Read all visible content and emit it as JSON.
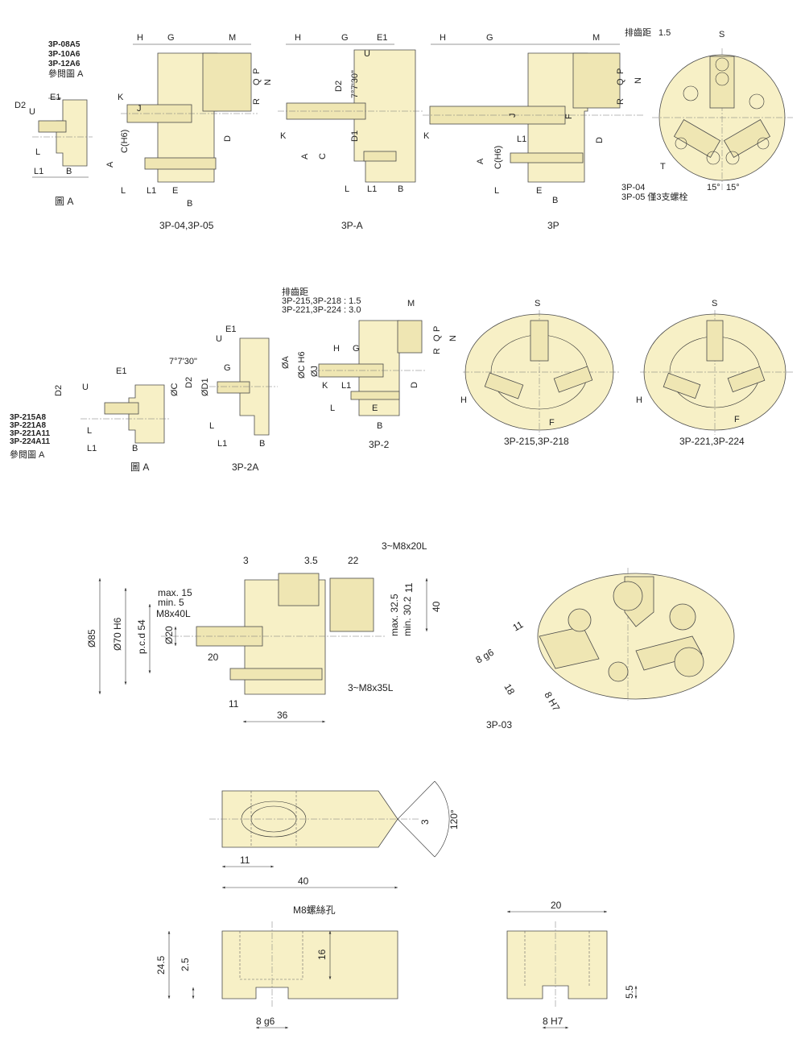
{
  "top": {
    "fig_a": {
      "models": [
        "3P-08A5",
        "3P-10A6",
        "3P-12A6"
      ],
      "ref": "參閱圖 A",
      "labels": [
        "D2",
        "E1",
        "U",
        "L",
        "L1",
        "B"
      ],
      "caption": "圖 A"
    },
    "fig_3p04": {
      "labels": [
        "H",
        "G",
        "M",
        "K",
        "J",
        "C(H6)",
        "A",
        "L",
        "L1",
        "E",
        "B",
        "D",
        "P",
        "Q",
        "N",
        "R"
      ],
      "caption": "3P-04,3P-05"
    },
    "fig_3pa": {
      "labels": [
        "H",
        "G",
        "E1",
        "U",
        "D2",
        "7°7'30\"",
        "K",
        "D1",
        "A",
        "C",
        "L",
        "L1",
        "B"
      ],
      "caption": "3P-A"
    },
    "fig_3p": {
      "labels": [
        "H",
        "G",
        "M",
        "排齒距",
        "1.5",
        "P",
        "Q",
        "N",
        "R",
        "J",
        "F",
        "K",
        "L1",
        "A",
        "C(H6)",
        "D",
        "L",
        "E",
        "B"
      ],
      "caption": "3P"
    },
    "front_3p": {
      "labels": [
        "S",
        "T",
        "15°",
        "15°"
      ],
      "note": [
        "3P-04",
        "3P-05 僅3支螺栓"
      ]
    }
  },
  "middle": {
    "fig_a2": {
      "models": [
        "3P-215A8",
        "3P-221A8",
        "3P-221A11",
        "3P-224A11"
      ],
      "ref": "參閱圖 A",
      "labels": [
        "E1",
        "D2",
        "U",
        "L",
        "L1",
        "B"
      ],
      "caption": "圖 A"
    },
    "fig_3p2a": {
      "labels": [
        "E1",
        "U",
        "7°7'30\"",
        "G",
        "ØC",
        "D2",
        "ØD1",
        "L",
        "L1",
        "B"
      ],
      "caption": "3P-2A"
    },
    "fig_3p2": {
      "pitch_title": "排齒距",
      "pitch_rows": [
        "3P-215,3P-218 : 1.5",
        "3P-221,3P-224 : 3.0"
      ],
      "labels": [
        "M",
        "P",
        "Q",
        "N",
        "R",
        "ØA",
        "ØC H6",
        "H",
        "G",
        "ØJ",
        "K",
        "L1",
        "D",
        "L",
        "E",
        "B"
      ],
      "caption": "3P-2"
    },
    "front_215": {
      "labels": [
        "S",
        "H",
        "F"
      ],
      "caption": "3P-215,3P-218"
    },
    "front_221": {
      "labels": [
        "S",
        "H",
        "F"
      ],
      "caption": "3P-221,3P-224"
    }
  },
  "lower": {
    "fig_3p03_side": {
      "dims": [
        "3",
        "3.5",
        "22",
        "3~M8x20L",
        "11",
        "40",
        "max. 32.5",
        "min. 30.2",
        "Ø85",
        "Ø70 H6",
        "p.c.d 54",
        "max. 15",
        "min. 5",
        "M8x40L",
        "Ø20",
        "20",
        "3~M8x35L",
        "11",
        "36"
      ]
    },
    "fig_3p03_iso": {
      "dims": [
        "11",
        "8 g6",
        "18",
        "8 H7"
      ],
      "caption": "3P-03"
    }
  },
  "jaw": {
    "top_view": {
      "dims": [
        "3",
        "120°",
        "11",
        "40"
      ]
    },
    "front_view": {
      "dims": [
        "M8螺絲孔",
        "24.5",
        "2.5",
        "16",
        "8 g6"
      ]
    },
    "end_view": {
      "dims": [
        "20",
        "5.5",
        "8 H7"
      ]
    }
  },
  "colors": {
    "body": "#f7f0c6",
    "body_dark": "#efe6b3",
    "line": "#333333"
  }
}
